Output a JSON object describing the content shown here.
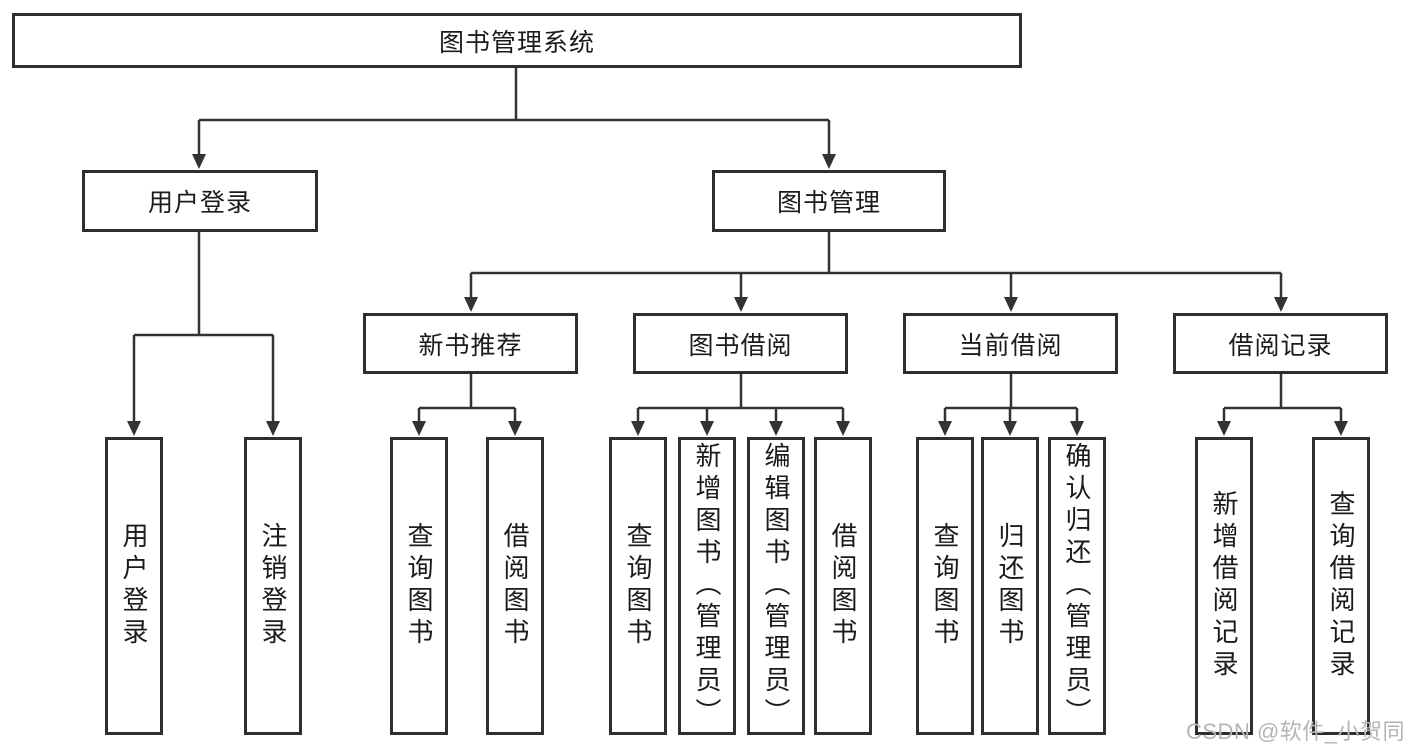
{
  "diagram": {
    "tree": {
      "root": "图书管理系统",
      "branches": [
        {
          "label": "用户登录",
          "children": [
            "用户登录",
            "注销登录"
          ]
        },
        {
          "label": "图书管理",
          "children": [
            {
              "label": "新书推荐",
              "children": [
                "查询图书",
                "借阅图书"
              ]
            },
            {
              "label": "图书借阅",
              "children": [
                "查询图书",
                "新增图书（管理员）",
                "编辑图书（管理员）",
                "借阅图书"
              ]
            },
            {
              "label": "当前借阅",
              "children": [
                "查询图书",
                "归还图书",
                "确认归还（管理员）"
              ]
            },
            {
              "label": "借阅记录",
              "children": [
                "新增借阅记录",
                "查询借阅记录"
              ]
            }
          ]
        }
      ]
    },
    "watermark": "CSDN @软件_小贺同学",
    "colors": {
      "line": "#333333",
      "box_border": "#2e2e2e",
      "text": "#1b1b1b",
      "watermark": "#b5b5b5",
      "background": "#ffffff"
    }
  }
}
